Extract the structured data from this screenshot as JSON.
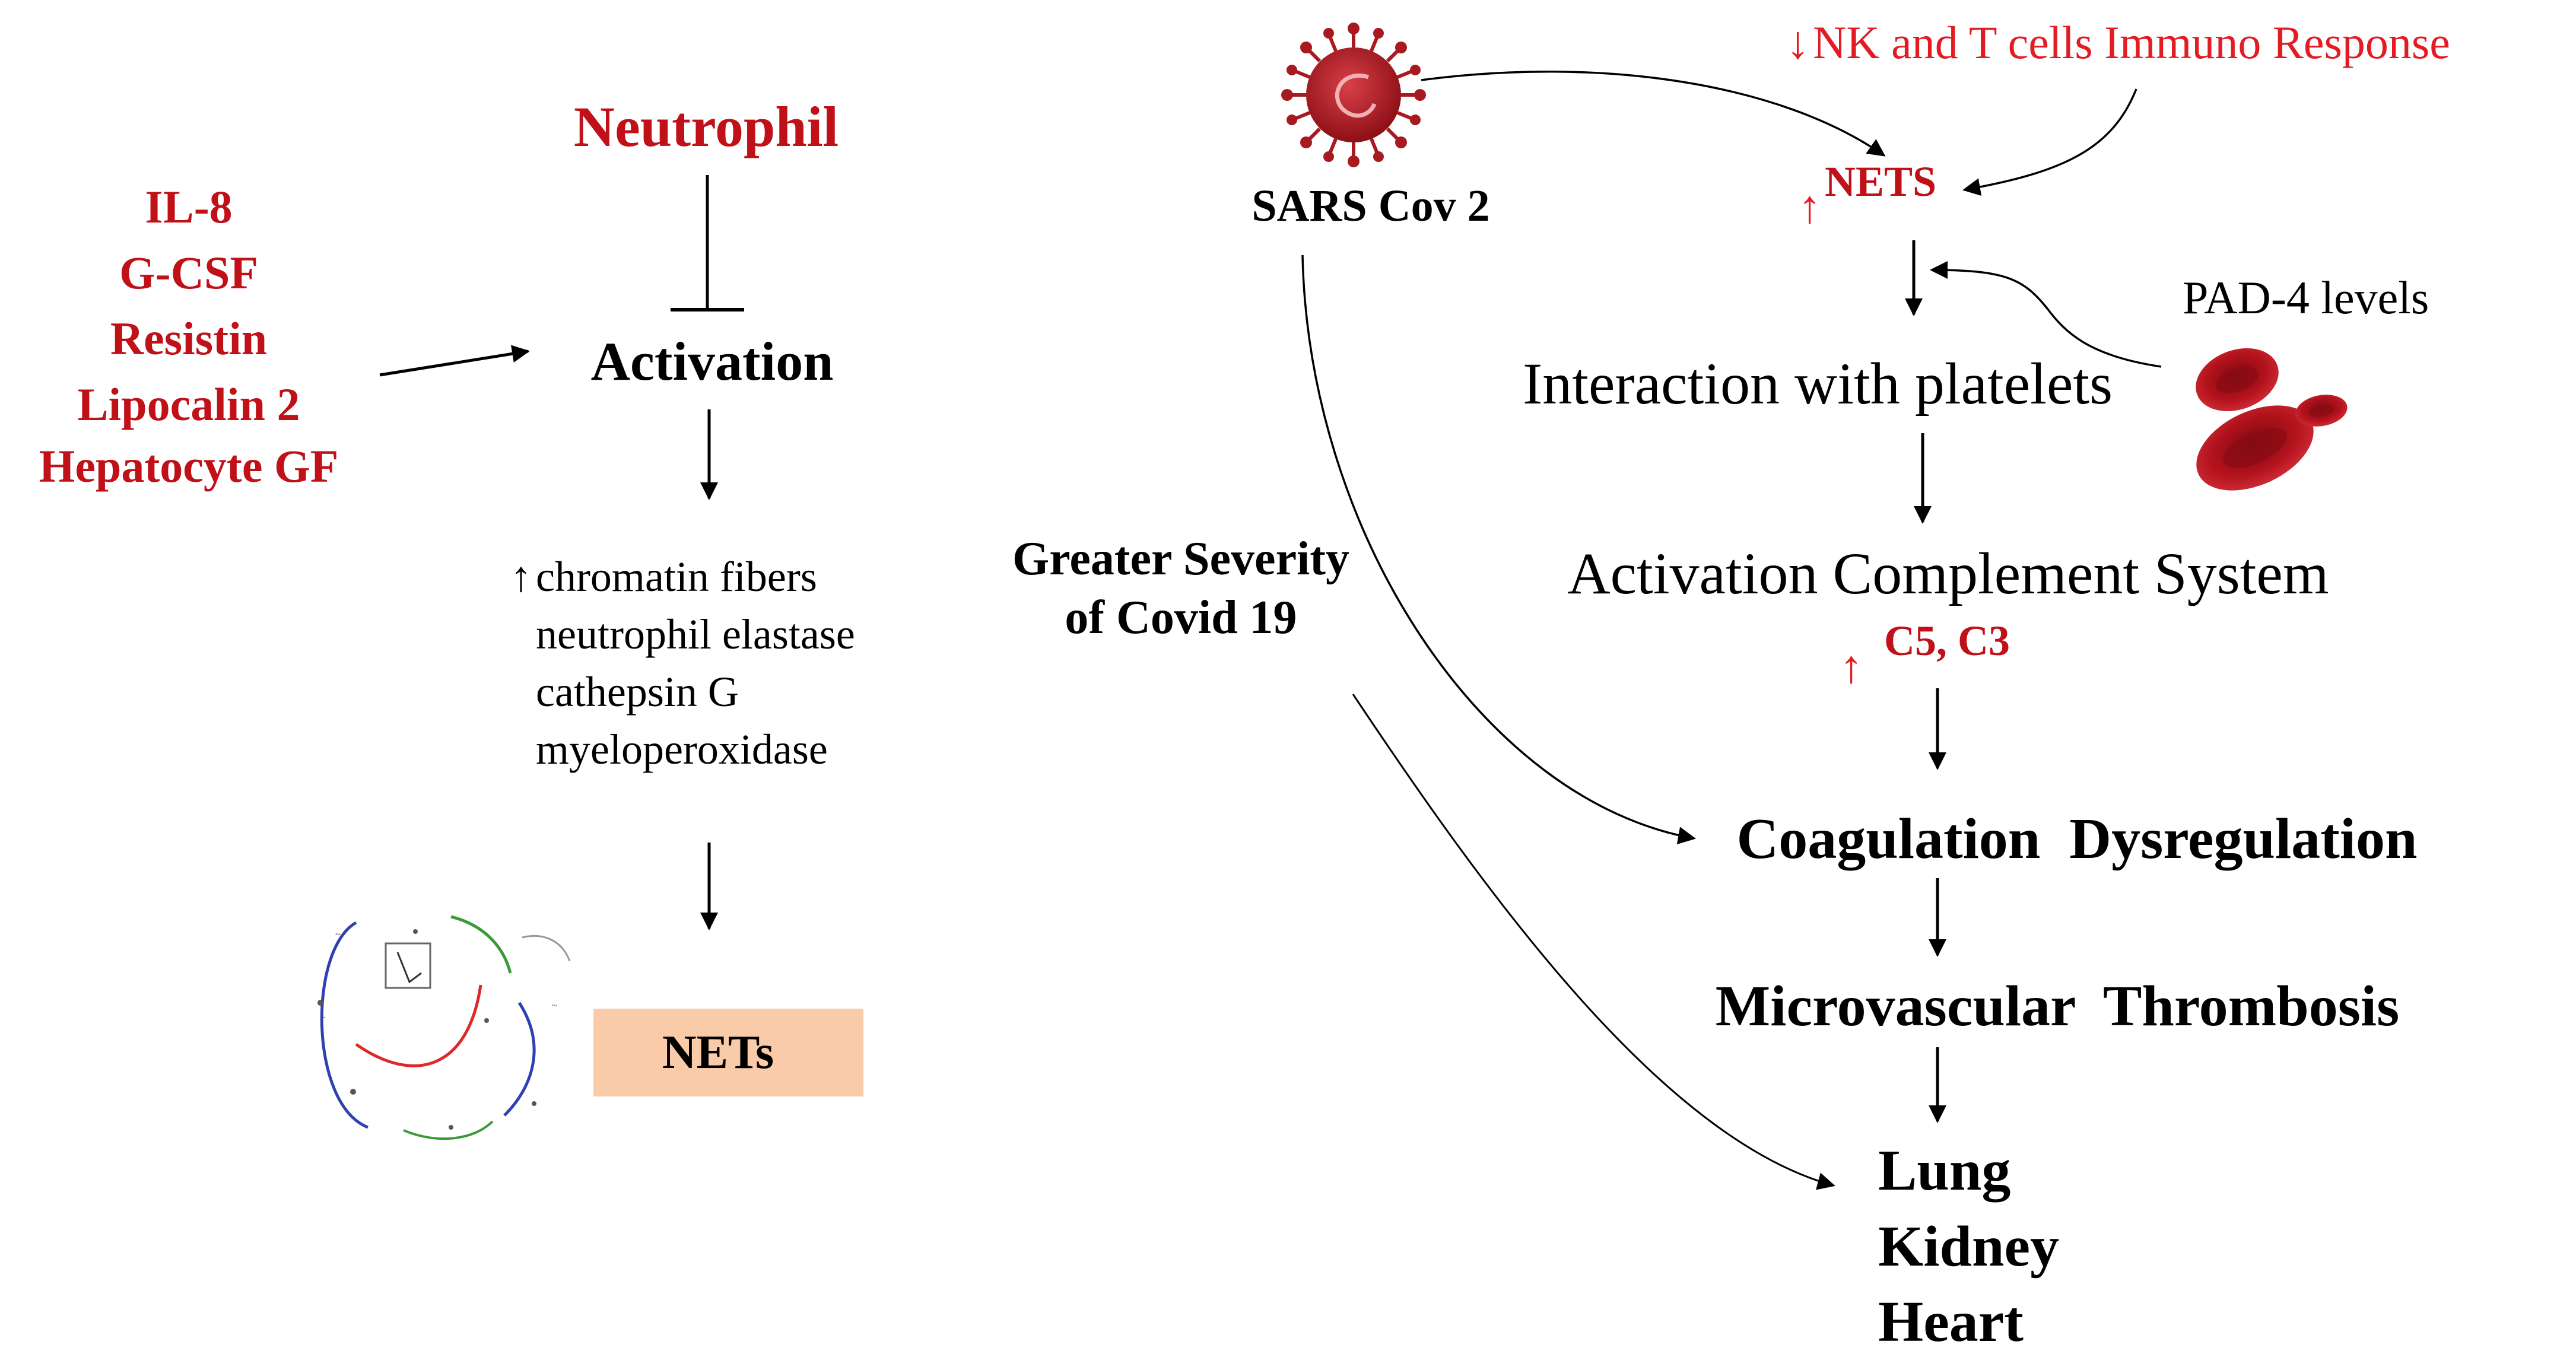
{
  "colors": {
    "dark_red": "#c01018",
    "red": "#e31b23",
    "black": "#000000",
    "nets_box_fill": "#f9cba8",
    "blood_cell": "#b3121c",
    "virus": "#a81a20"
  },
  "left_panel": {
    "neutrophil": "Neutrophil",
    "activation": "Activation",
    "factors": [
      "IL-8",
      "G-CSF",
      "Resistin",
      "Lipocalin 2",
      "Hepatocyte GF"
    ],
    "products_arrow": "↑",
    "products": [
      "chromatin fibers",
      "neutrophil elastase",
      "cathepsin G",
      "myeloperoxidase"
    ],
    "nets_box_label": "NETs",
    "pathway_thumbnail_icon": "pathway-cycle-diagram-icon"
  },
  "center_panel": {
    "severity_line1": "Greater Severity",
    "severity_line2": "of Covid 19",
    "virus_label": "SARS Cov 2",
    "virus_icon": "coronavirus-icon"
  },
  "right_panel": {
    "immune_arrow": "↓",
    "immune_text": "NK and T cells Immuno Response",
    "nets_arrow": "↑",
    "nets_text": "NETS",
    "pad4": "PAD-4 levels",
    "red_cells_icon": "red-blood-cells-icon",
    "platelets": "Interaction with platelets",
    "complement": "Activation Complement System",
    "complement_arrow": "↑",
    "complement_text": "C5, C3",
    "coagulation": "Coagulation  Dysregulation",
    "thrombosis": "Microvascular  Thrombosis",
    "organs": [
      "Lung",
      "Kidney",
      "Heart"
    ]
  }
}
